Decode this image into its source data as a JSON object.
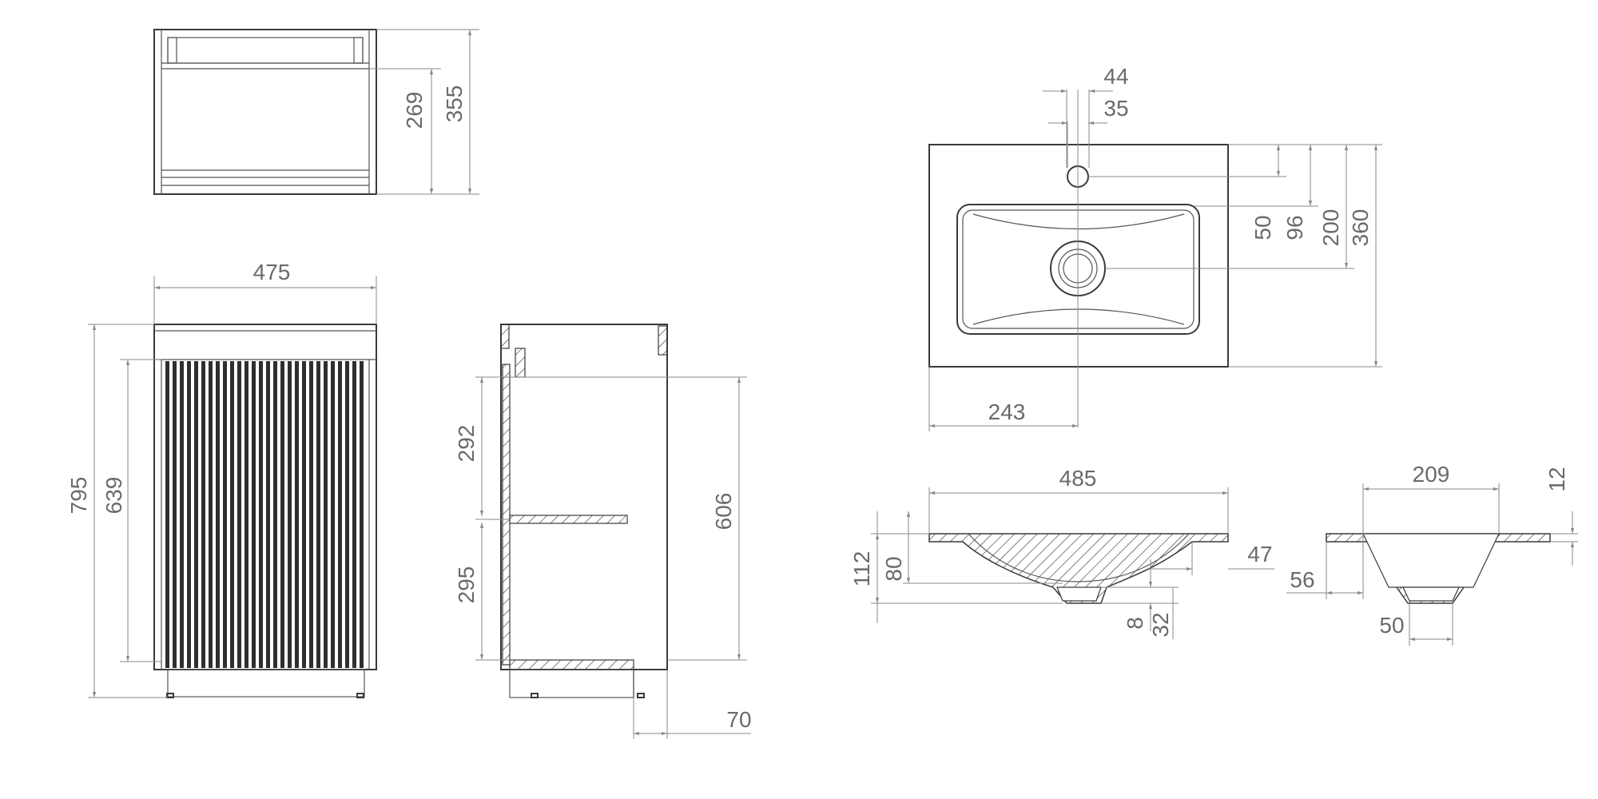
{
  "colors": {
    "line": "#3a3a3a",
    "dimension": "#8a8a8a",
    "text": "#6a6a6a",
    "background": "#ffffff"
  },
  "cabinet": {
    "top_view": {
      "dim_inner_depth": "269",
      "dim_depth": "355"
    },
    "front_view": {
      "dim_width": "475",
      "dim_height": "795",
      "dim_door_height": "639",
      "slat_count": 28
    },
    "side_view": {
      "dim_upper_shelf": "292",
      "dim_lower_shelf": "295",
      "dim_inner_height": "606",
      "dim_plinth_offset": "70"
    }
  },
  "basin": {
    "top_view": {
      "dim_tap_hole_outer": "44",
      "dim_tap_hole_inner": "35",
      "dim_hole_to_bowl": "50",
      "dim_hole_to_drain": "96",
      "dim_to_drain_center": "200",
      "dim_depth": "360",
      "dim_drain_offset": "243"
    },
    "front_section": {
      "dim_width": "485",
      "dim_total_height": "112",
      "dim_bowl_depth": "80",
      "dim_rim_offset": "47",
      "dim_bottom_thickness": "8",
      "dim_drain_height": "32"
    },
    "side_section": {
      "dim_bowl_width": "209",
      "dim_rim_thickness": "12",
      "dim_edge_offset": "56",
      "dim_drain_width": "50"
    }
  }
}
